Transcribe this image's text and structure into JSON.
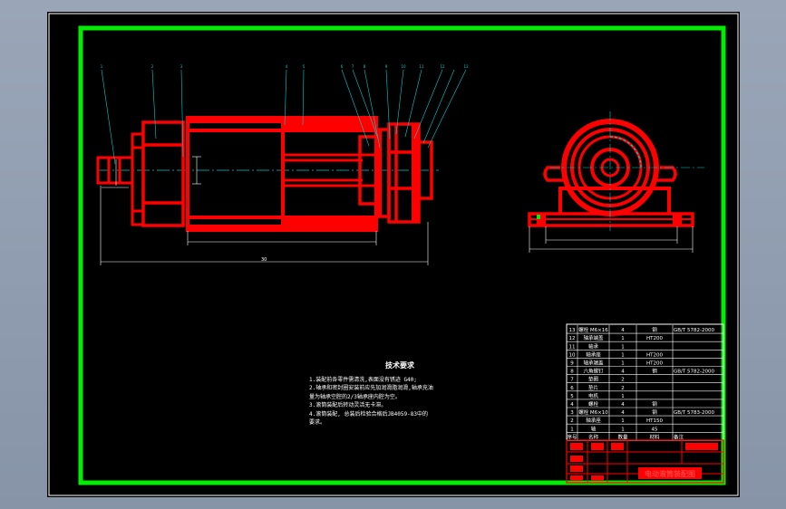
{
  "colors": {
    "sheet_background": "#000000",
    "frame_green": "#00ee00",
    "part_red": "#ff0000",
    "centerline_cyan": "#00cccc",
    "text_white": "#ffffff"
  },
  "technical_requirements": {
    "title": "技术要求",
    "lines": [
      "1.装配前各零件需清洗,表面没有锈迹 G40;",
      "2.轴承和密封圈安装前应先加润滑脂润滑,轴承充油",
      "量为轴承空腔的2/3轴承座内腔为空。",
      "3.滚筒装配后转动灵活无卡滞。",
      "4.滚筒装配, 总装后检验合格后JB4059-83中的",
      "要求。"
    ]
  },
  "overall_dimension": "30",
  "balloons": [
    "1",
    "2",
    "3",
    "4",
    "5",
    "6",
    "7",
    "8",
    "9",
    "10",
    "11",
    "12",
    "13"
  ],
  "parts_list": {
    "header": [
      "序号",
      "名称",
      "数量",
      "材料",
      "备注"
    ],
    "rows": [
      [
        "13",
        "螺栓 M6×16",
        "4",
        "钢",
        "GB/T 5782-2000"
      ],
      [
        "12",
        "轴承端盖",
        "1",
        "HT200",
        ""
      ],
      [
        "11",
        "轴承",
        "1",
        "",
        ""
      ],
      [
        "10",
        "轴承座",
        "1",
        "HT200",
        ""
      ],
      [
        "9",
        "轴承端盖",
        "1",
        "HT200",
        ""
      ],
      [
        "8",
        "六角螺钉",
        "4",
        "钢",
        "GB/T 5782-2000"
      ],
      [
        "7",
        "垫圈",
        "2",
        "",
        ""
      ],
      [
        "6",
        "垫片",
        "2",
        "",
        ""
      ],
      [
        "5",
        "电机",
        "1",
        "",
        ""
      ],
      [
        "4",
        "螺栓",
        "4",
        "钢",
        ""
      ],
      [
        "3",
        "螺栓 M6×10",
        "4",
        "钢",
        "GB/T 5783-2000"
      ],
      [
        "2",
        "轴承座",
        "1",
        "HT150",
        ""
      ],
      [
        "1",
        "轴",
        "1",
        "45",
        ""
      ]
    ]
  },
  "title_block": {
    "drawing_title": "电动滚筒装配图"
  }
}
